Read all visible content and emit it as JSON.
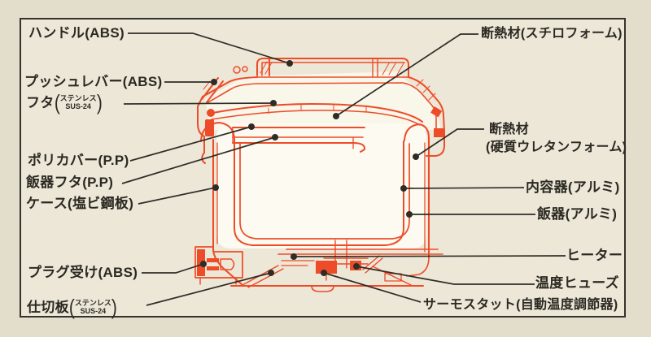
{
  "figure": {
    "kind": "cutaway-cross-section-diagram",
    "subject": "electric rice cooker / rice warmer jar"
  },
  "colors": {
    "drawing_red": "#ee4b28",
    "leader_black": "#2e2c26",
    "panel_background": "#ece7d7",
    "page_background": "#e3ddcb",
    "interior_light": "#fdfbf1"
  },
  "labels": {
    "left": [
      {
        "id": "handle",
        "text": "ハンドル(ABS)"
      },
      {
        "id": "push-lever",
        "text": "プッシュレバー(ABS)"
      },
      {
        "id": "lid",
        "text": "フタ",
        "paren_lines": [
          "ステンレス",
          "SUS-24"
        ]
      },
      {
        "id": "poly-cover",
        "text": "ポリカバー(P.P)"
      },
      {
        "id": "rice-bowl-lid",
        "text": "飯器フタ(P.P)"
      },
      {
        "id": "case",
        "text": "ケース(塩ビ鋼板)"
      },
      {
        "id": "plug-socket",
        "text": "プラグ受け(ABS)"
      },
      {
        "id": "partition-plate",
        "text": "仕切板",
        "paren_lines": [
          "ステンレス",
          "SUS-24"
        ]
      }
    ],
    "right": [
      {
        "id": "insulation-styrofoam",
        "text": "断熱材(スチロフォーム)"
      },
      {
        "id": "insulation-urethane",
        "line1": "断熱材",
        "line2": "(硬質ウレタンフォーム)"
      },
      {
        "id": "inner-container",
        "text": "内容器(アルミ)"
      },
      {
        "id": "rice-bowl",
        "text": "飯器(アルミ)"
      },
      {
        "id": "heater",
        "text": "ヒーター"
      },
      {
        "id": "thermal-fuse",
        "text": "温度ヒューズ"
      },
      {
        "id": "thermostat",
        "text": "サーモスタット(自動温度調節器)"
      }
    ]
  }
}
